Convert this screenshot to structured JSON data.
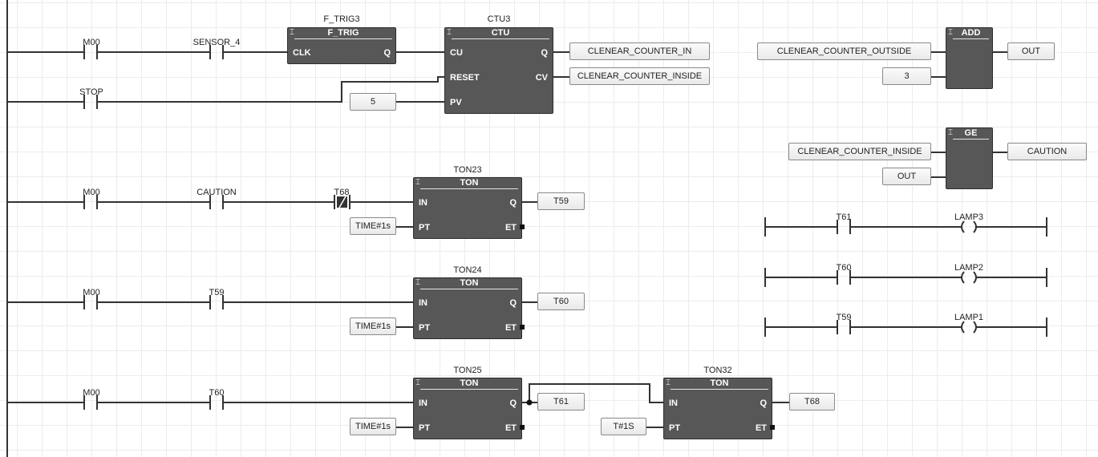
{
  "contacts": [
    {
      "label": "M00",
      "type": "no"
    },
    {
      "label": "SENSOR_4",
      "type": "no"
    },
    {
      "label": "STOP",
      "type": "no"
    },
    {
      "label": "M00",
      "type": "no"
    },
    {
      "label": "CAUTION",
      "type": "no"
    },
    {
      "label": "T68",
      "type": "nc"
    },
    {
      "label": "M00",
      "type": "no"
    },
    {
      "label": "T59",
      "type": "no"
    },
    {
      "label": "M00",
      "type": "no"
    },
    {
      "label": "T60",
      "type": "no"
    },
    {
      "label": "T61",
      "type": "no"
    },
    {
      "label": "T60",
      "type": "no"
    },
    {
      "label": "T59",
      "type": "no"
    }
  ],
  "coils": [
    {
      "label": "LAMP3"
    },
    {
      "label": "LAMP2"
    },
    {
      "label": "LAMP1"
    }
  ],
  "blocks": [
    {
      "instance": "F_TRIG3",
      "type": "F_TRIG",
      "inputs": [
        "CLK"
      ],
      "outputs": [
        "Q"
      ]
    },
    {
      "instance": "CTU3",
      "type": "CTU",
      "inputs": [
        "CU",
        "RESET",
        "PV"
      ],
      "outputs": [
        "Q",
        "CV"
      ]
    },
    {
      "instance": "",
      "type": "ADD",
      "inputs": [],
      "outputs": []
    },
    {
      "instance": "",
      "type": "GE",
      "inputs": [],
      "outputs": []
    },
    {
      "instance": "TON23",
      "type": "TON",
      "inputs": [
        "IN",
        "PT"
      ],
      "outputs": [
        "Q",
        "ET"
      ]
    },
    {
      "instance": "TON24",
      "type": "TON",
      "inputs": [
        "IN",
        "PT"
      ],
      "outputs": [
        "Q",
        "ET"
      ]
    },
    {
      "instance": "TON25",
      "type": "TON",
      "inputs": [
        "IN",
        "PT"
      ],
      "outputs": [
        "Q",
        "ET"
      ]
    },
    {
      "instance": "TON32",
      "type": "TON",
      "inputs": [
        "IN",
        "PT"
      ],
      "outputs": [
        "Q",
        "ET"
      ]
    }
  ],
  "variables": [
    "CLENEAR_COUNTER_IN",
    "CLENEAR_COUNTER_INSIDE",
    "5",
    "CLENEAR_COUNTER_OUTSIDE",
    "3",
    "OUT",
    "CLENEAR_COUNTER_INSIDE",
    "OUT",
    "CAUTION",
    "T59",
    "TIME#1s",
    "T60",
    "TIME#1s",
    "T61",
    "TIME#1s",
    "T#1S",
    "T68"
  ],
  "colors": {
    "block_fill": "#575757",
    "wire": "#333333",
    "grid": "#ececec"
  },
  "icons": {
    "block_icon": "function-block-icon",
    "no_contact": "normally-open-contact-icon",
    "nc_contact": "normally-closed-contact-icon",
    "coil": "coil-icon"
  }
}
